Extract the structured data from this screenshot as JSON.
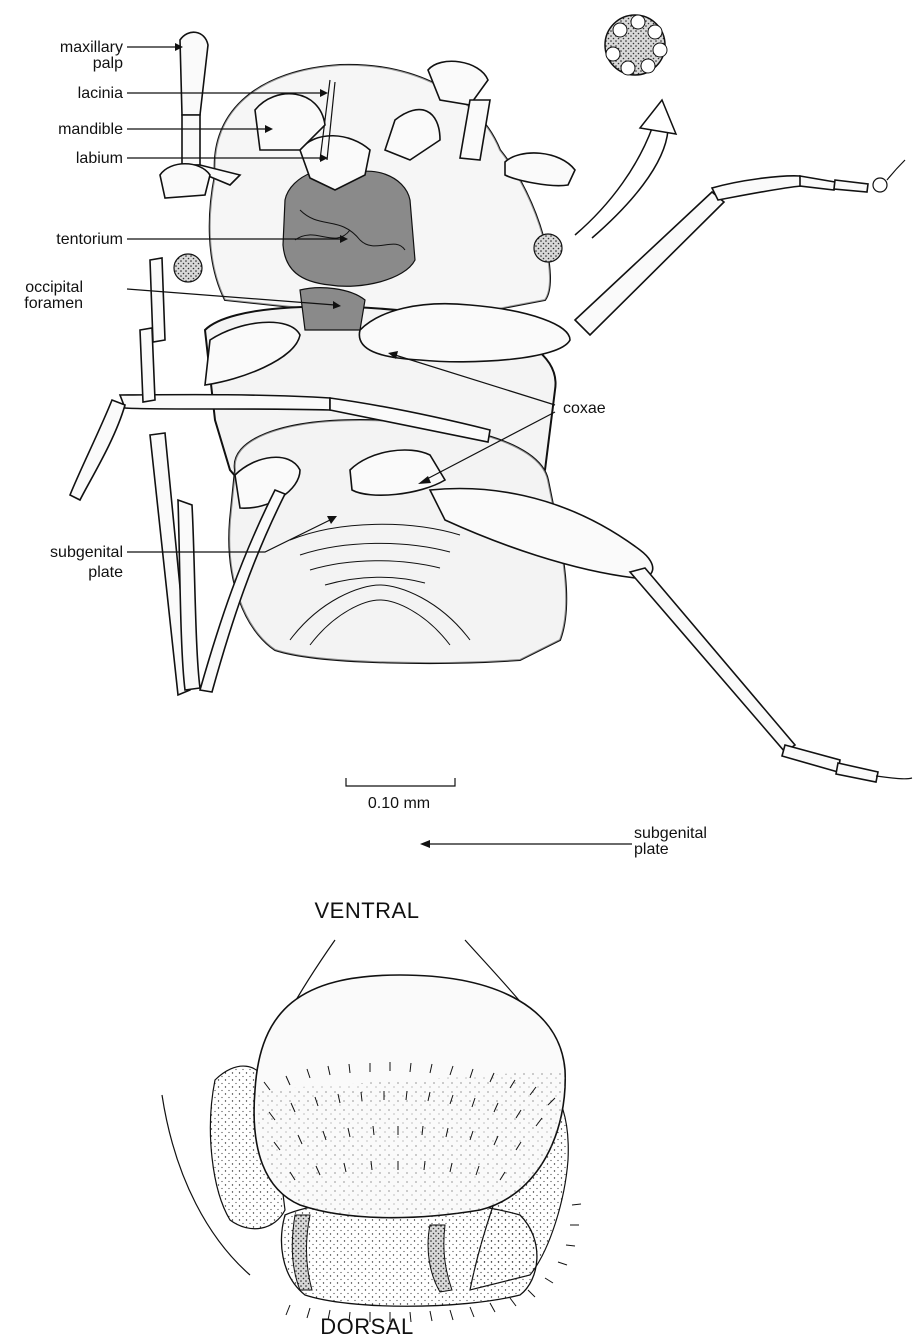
{
  "figure": {
    "labels": {
      "maxillary_palp": [
        "maxillary",
        "palp"
      ],
      "lacinia": "lacinia",
      "mandible": "mandible",
      "labium": "labium",
      "tentorium": "tentorium",
      "occipital_foramen": [
        "occipital",
        "foramen"
      ],
      "coxae": "coxae",
      "subgenital_plate": [
        "subgenital",
        "plate"
      ]
    },
    "scale_bar": "0.10 mm"
  },
  "detail": {
    "top_label": "VENTRAL",
    "bottom_label": "DORSAL",
    "subgenital_plate": [
      "subgenital",
      "plate"
    ]
  }
}
